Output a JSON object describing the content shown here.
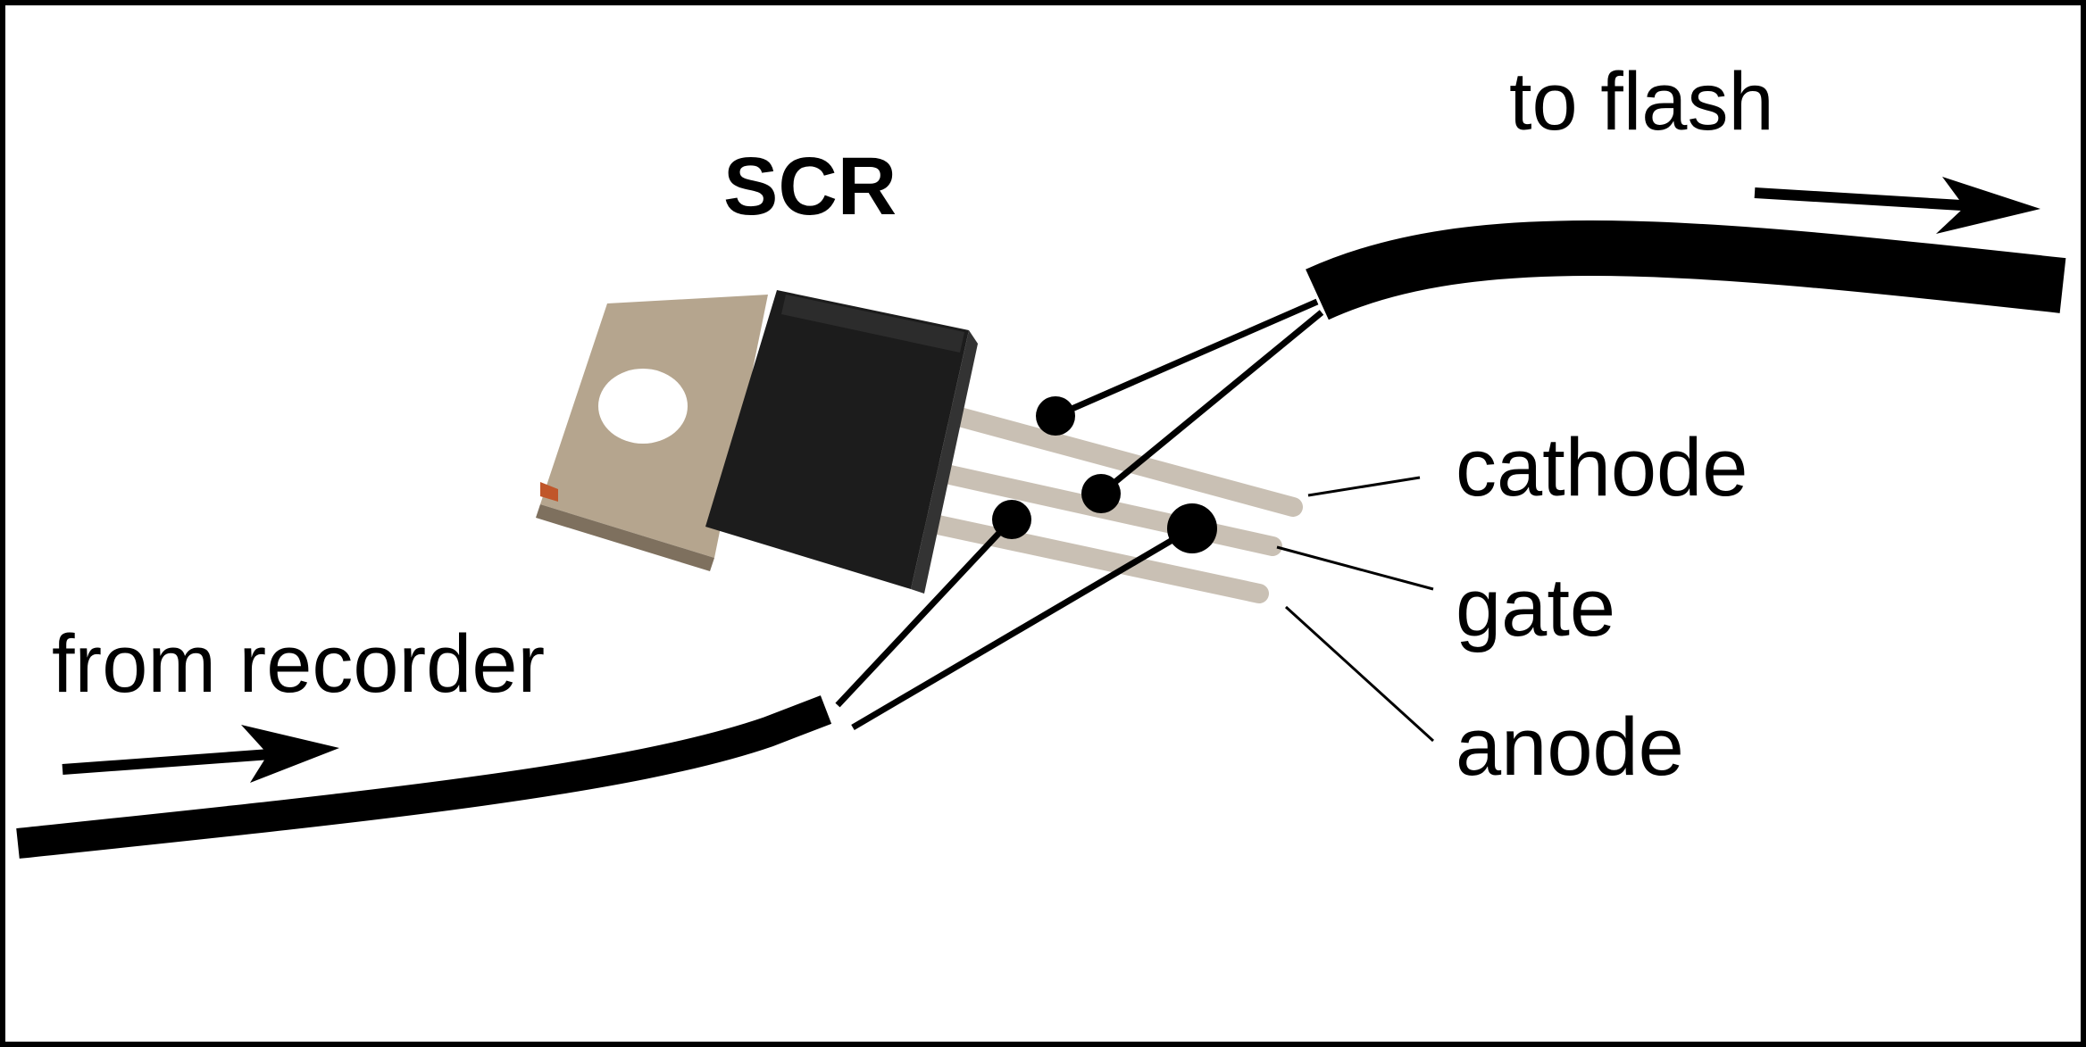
{
  "title": "SCR",
  "labels": {
    "input": "from recorder",
    "output": "to flash",
    "cathode": "cathode",
    "gate": "gate",
    "anode": "anode"
  },
  "colors": {
    "ink": "#000000",
    "background": "#ffffff",
    "tab_metal": "#b5a58e",
    "tab_metal_dark": "#7e705e",
    "body_plastic": "#1c1c1c",
    "lead_metal": "#c9c0b4"
  }
}
